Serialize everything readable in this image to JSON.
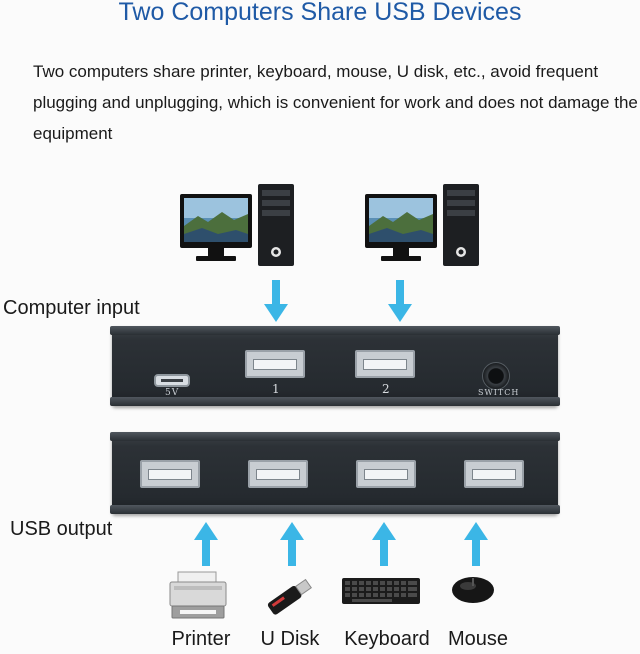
{
  "title": "Two Computers Share USB Devices",
  "description": "Two computers share printer, keyboard, mouse, U disk, etc., avoid frequent plugging and unplugging, which is convenient for work and does not damage the equipment",
  "input_label": "Computer input",
  "output_label": "USB output",
  "hub_input": {
    "power_label": "5V",
    "port_numbers": [
      "1",
      "2"
    ],
    "switch_label": "SWITCH"
  },
  "devices": [
    {
      "label": "Printer",
      "icon": "printer-icon"
    },
    {
      "label": "U Disk",
      "icon": "usb-drive-icon"
    },
    {
      "label": "Keyboard",
      "icon": "keyboard-icon"
    },
    {
      "label": "Mouse",
      "icon": "mouse-icon"
    }
  ],
  "computers": [
    {
      "icon": "desktop-computer-icon"
    },
    {
      "icon": "desktop-computer-icon"
    }
  ],
  "colors": {
    "title": "#1f5aa6",
    "arrow": "#3bb6e6",
    "hub": "#2c3136"
  }
}
